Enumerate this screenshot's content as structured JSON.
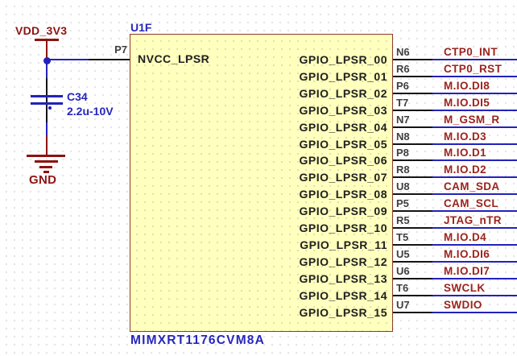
{
  "schematic": {
    "sheet_designator": "U1F",
    "part_number": "MIMXRT1176CVM8A",
    "left_pin": {
      "number": "P7",
      "name": "NVCC_LPSR"
    },
    "power_branch": {
      "rail_label": "VDD_3V3",
      "ground_label": "GND",
      "capacitor_ref": "C34",
      "capacitor_value": "2.2u-10V"
    },
    "pins": [
      {
        "name": "GPIO_LPSR_00",
        "number": "N6",
        "net": "CTP0_INT"
      },
      {
        "name": "GPIO_LPSR_01",
        "number": "R6",
        "net": "CTP0_RST"
      },
      {
        "name": "GPIO_LPSR_02",
        "number": "P6",
        "net": "M.IO.DI8"
      },
      {
        "name": "GPIO_LPSR_03",
        "number": "T7",
        "net": "M.IO.DI5"
      },
      {
        "name": "GPIO_LPSR_04",
        "number": "N7",
        "net": "M_GSM_R"
      },
      {
        "name": "GPIO_LPSR_05",
        "number": "N8",
        "net": "M.IO.D3"
      },
      {
        "name": "GPIO_LPSR_06",
        "number": "P8",
        "net": "M.IO.D1"
      },
      {
        "name": "GPIO_LPSR_07",
        "number": "R8",
        "net": "M.IO.D2"
      },
      {
        "name": "GPIO_LPSR_08",
        "number": "U8",
        "net": "CAM_SDA"
      },
      {
        "name": "GPIO_LPSR_09",
        "number": "P5",
        "net": "CAM_SCL"
      },
      {
        "name": "GPIO_LPSR_10",
        "number": "R5",
        "net": "JTAG_nTR"
      },
      {
        "name": "GPIO_LPSR_11",
        "number": "T5",
        "net": "M.IO.D4"
      },
      {
        "name": "GPIO_LPSR_12",
        "number": "U5",
        "net": "M.IO.DI6"
      },
      {
        "name": "GPIO_LPSR_13",
        "number": "U6",
        "net": "M.IO.DI7"
      },
      {
        "name": "GPIO_LPSR_14",
        "number": "T6",
        "net": "SWCLK"
      },
      {
        "name": "GPIO_LPSR_15",
        "number": "U7",
        "net": "SWDIO"
      }
    ],
    "colors": {
      "wire-blue": "#2222bb",
      "desig-blue": "#2626bb",
      "net-red": "#9b231c",
      "power-red": "#8c1410",
      "chip-fill": "#ffffbe",
      "chip-border": "#8b3a32"
    }
  }
}
